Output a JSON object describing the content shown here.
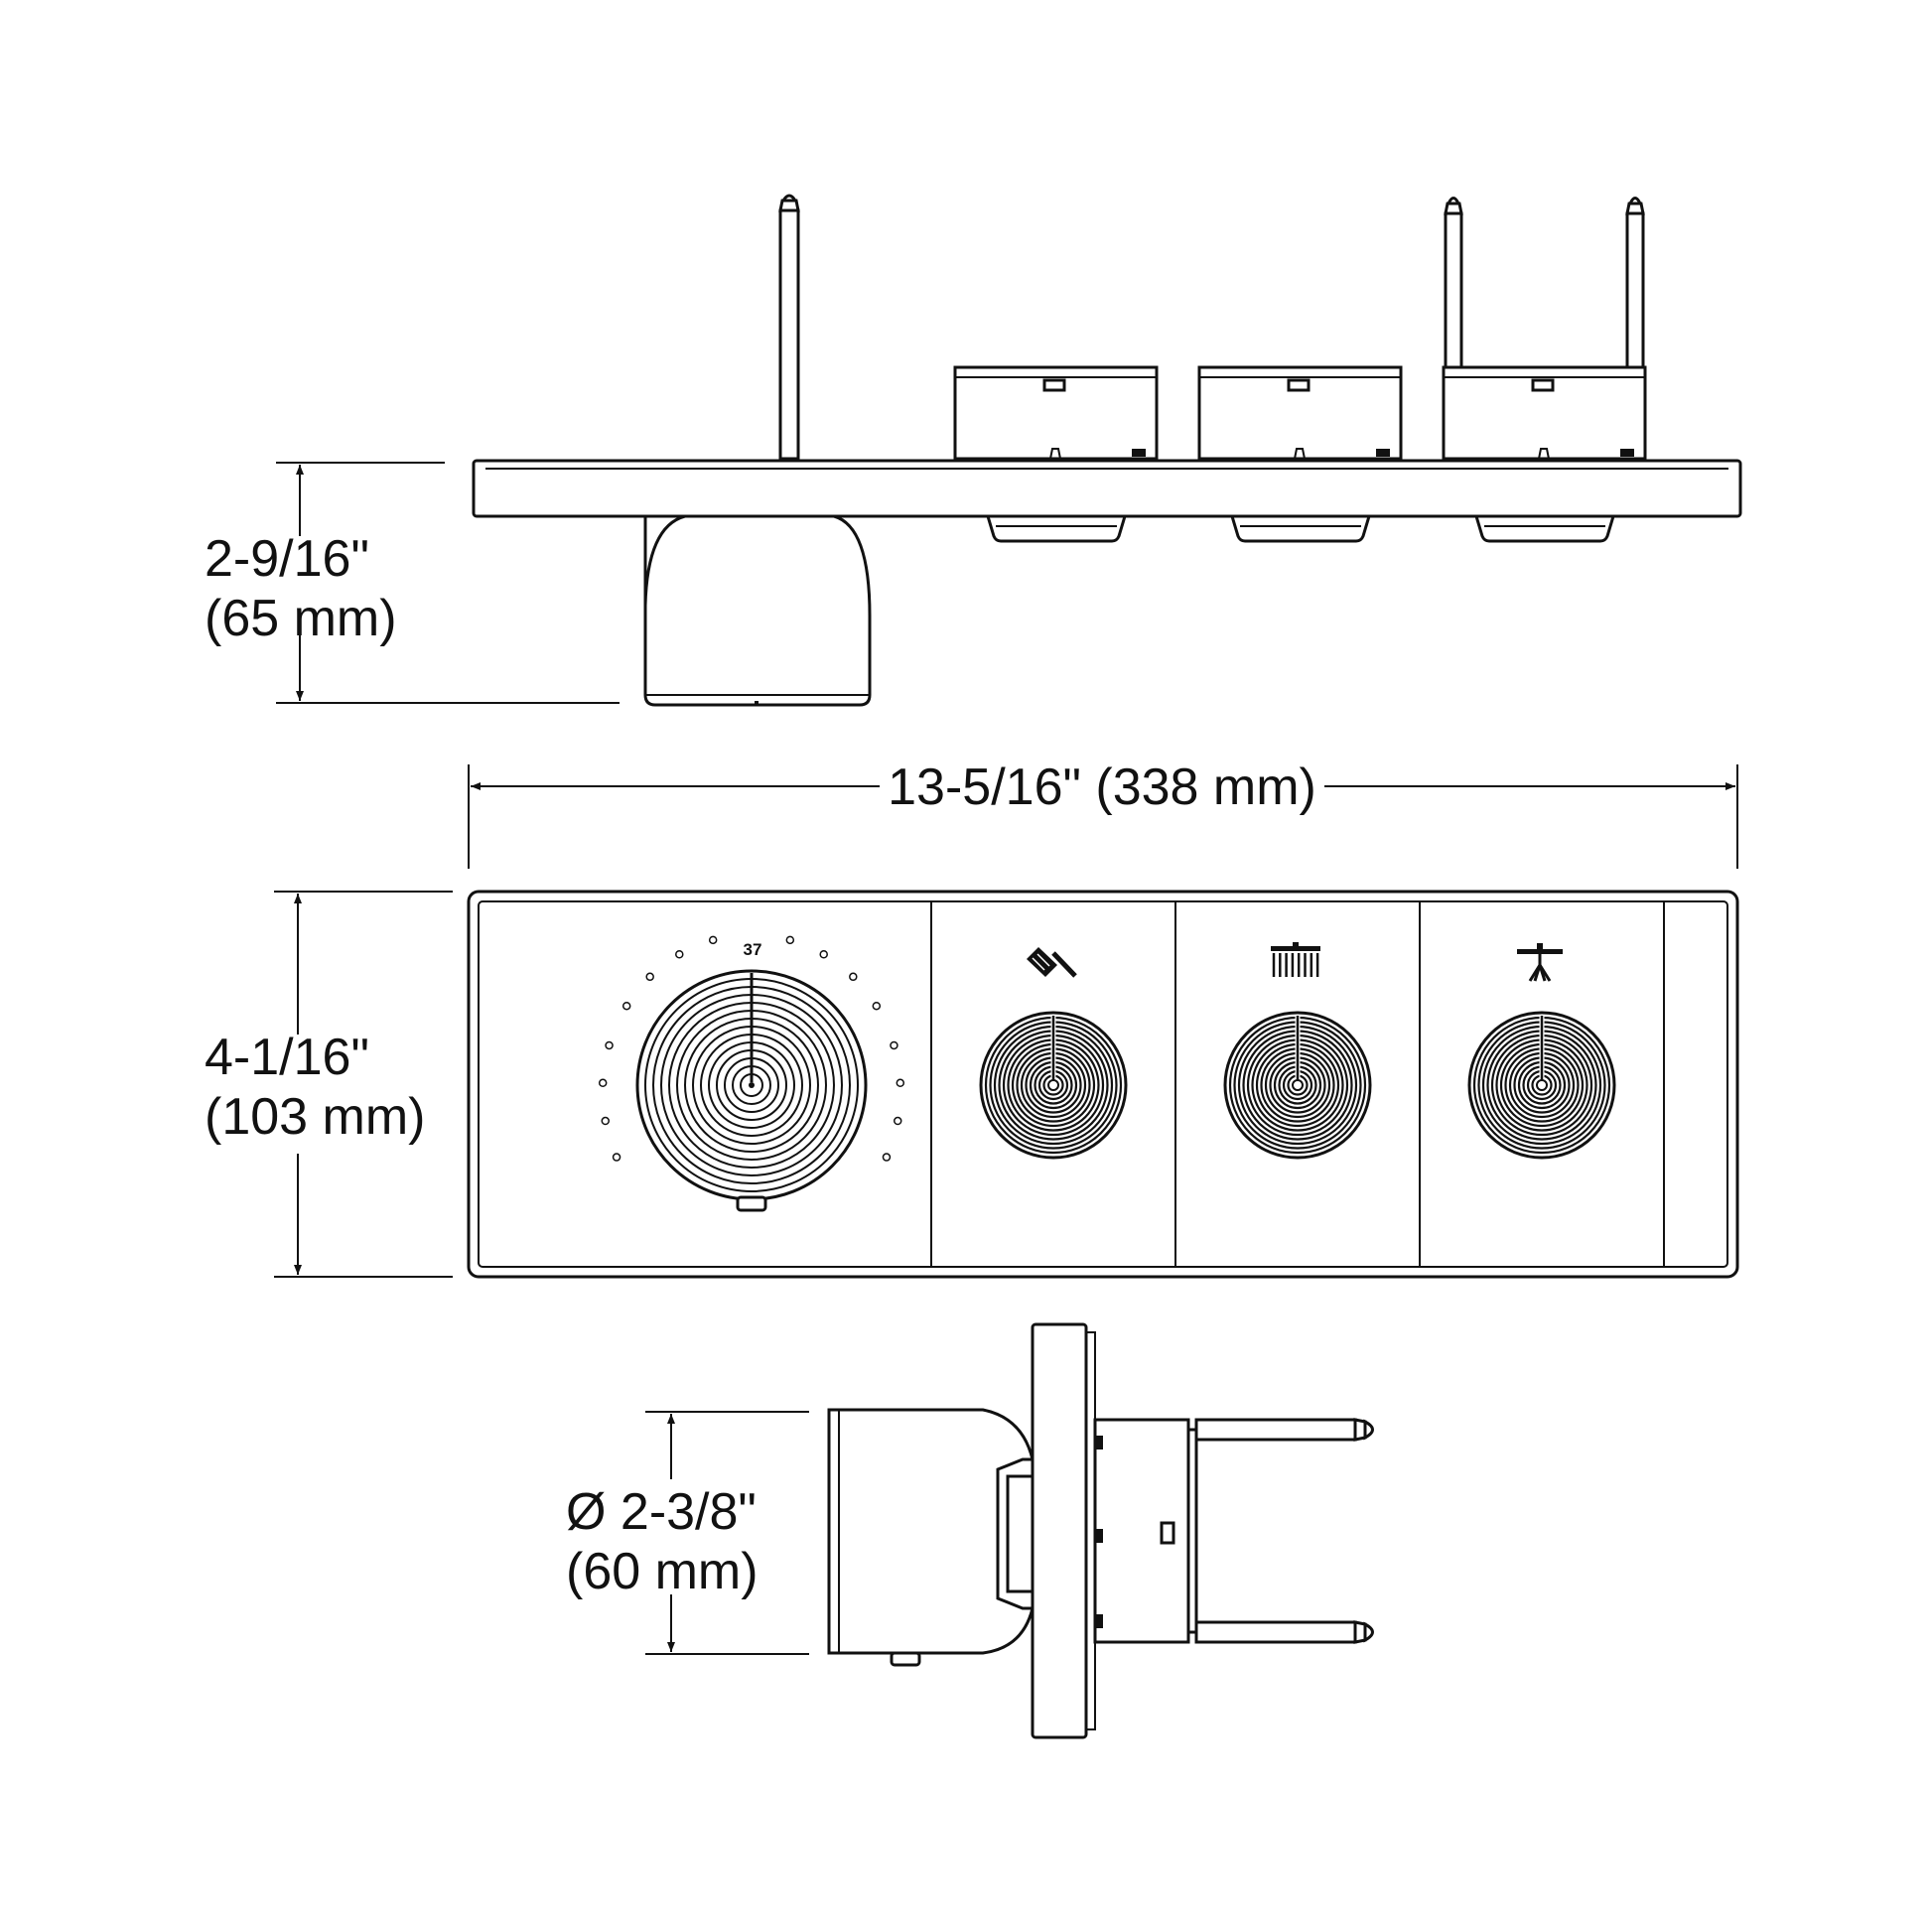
{
  "dimensions": {
    "top_depth": {
      "imperial": "2-9/16\"",
      "metric": "(65 mm)"
    },
    "width": {
      "label": "13-5/16\" (338 mm)"
    },
    "height": {
      "imperial": "4-1/16\"",
      "metric": "(103 mm)"
    },
    "diameter": {
      "imperial": "Ø 2-3/8\"",
      "metric": "(60 mm)"
    }
  },
  "thermostat": {
    "temperature_mark": "37"
  },
  "function_icons": [
    "handshower-icon",
    "rain-shower-icon",
    "body-spray-icon"
  ]
}
